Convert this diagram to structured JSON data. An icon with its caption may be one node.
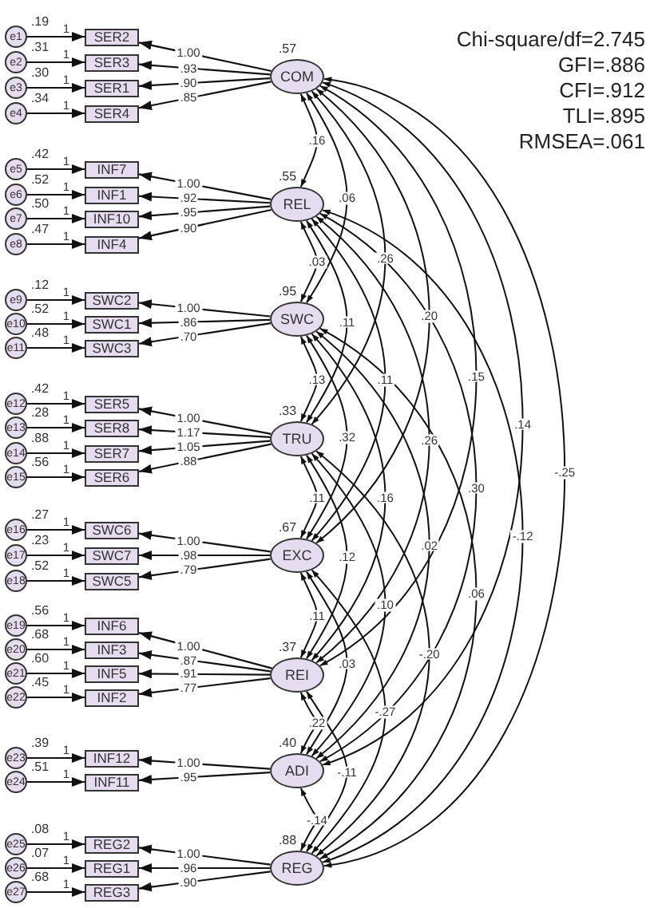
{
  "diagram": {
    "nodes": [
      {
        "text": [
          "e1"
        ],
        "beside": [
          ".19"
        ]
      },
      {
        "text": [
          "SER2"
        ]
      },
      {
        "text": [
          "e2"
        ],
        "beside": [
          ".31"
        ]
      },
      {
        "text": [
          "SER3"
        ]
      },
      {
        "text": [
          "e3"
        ],
        "beside": [
          ".30"
        ]
      },
      {
        "text": [
          "SER1"
        ]
      },
      {
        "text": [
          "e4"
        ],
        "beside": [
          ".34"
        ]
      },
      {
        "text": [
          "SER4"
        ]
      },
      {
        "text": [
          "COM"
        ],
        "beside": [
          ".57"
        ]
      },
      {
        "text": [
          "e5"
        ],
        "beside": [
          ".42"
        ]
      },
      {
        "text": [
          "INF7"
        ]
      },
      {
        "text": [
          "e6"
        ],
        "beside": [
          ".52"
        ]
      },
      {
        "text": [
          "INF1"
        ]
      },
      {
        "text": [
          "e7"
        ],
        "beside": [
          ".50"
        ]
      },
      {
        "text": [
          "INF10"
        ]
      },
      {
        "text": [
          "e8"
        ],
        "beside": [
          ".47"
        ]
      },
      {
        "text": [
          "INF4"
        ]
      },
      {
        "text": [
          "REL"
        ],
        "beside": [
          ".55"
        ]
      },
      {
        "text": [
          "e9"
        ],
        "beside": [
          ".12"
        ]
      },
      {
        "text": [
          "SWC2"
        ]
      },
      {
        "text": [
          "e10"
        ],
        "beside": [
          ".52"
        ]
      },
      {
        "text": [
          "SWC1"
        ]
      },
      {
        "text": [
          "e11"
        ],
        "beside": [
          ".48"
        ]
      },
      {
        "text": [
          "SWC3"
        ]
      },
      {
        "text": [
          "SWC"
        ],
        "beside": [
          ".95"
        ]
      },
      {
        "text": [
          "e12"
        ],
        "beside": [
          ".42"
        ]
      },
      {
        "text": [
          "SER5"
        ]
      },
      {
        "text": [
          "e13"
        ],
        "beside": [
          ".28"
        ]
      },
      {
        "text": [
          "SER8"
        ]
      },
      {
        "text": [
          "e14"
        ],
        "beside": [
          ".88"
        ]
      },
      {
        "text": [
          "SER7"
        ]
      },
      {
        "text": [
          "e15"
        ],
        "beside": [
          ".56"
        ]
      },
      {
        "text": [
          "SER6"
        ]
      },
      {
        "text": [
          "TRU"
        ],
        "beside": [
          ".33"
        ]
      },
      {
        "text": [
          "e16"
        ],
        "beside": [
          ".27"
        ]
      },
      {
        "text": [
          "SWC6"
        ]
      },
      {
        "text": [
          "e17"
        ],
        "beside": [
          ".23"
        ]
      },
      {
        "text": [
          "SWC7"
        ]
      },
      {
        "text": [
          "e18"
        ],
        "beside": [
          ".52"
        ]
      },
      {
        "text": [
          "SWC5"
        ]
      },
      {
        "text": [
          "EXC"
        ],
        "beside": [
          ".67"
        ]
      },
      {
        "text": [
          "e19"
        ],
        "beside": [
          ".56"
        ]
      },
      {
        "text": [
          "INF6"
        ]
      },
      {
        "text": [
          "e20"
        ],
        "beside": [
          ".68"
        ]
      },
      {
        "text": [
          "INF3"
        ]
      },
      {
        "text": [
          "e21"
        ],
        "beside": [
          ".60"
        ]
      },
      {
        "text": [
          "INF5"
        ]
      },
      {
        "text": [
          "e22"
        ],
        "beside": [
          ".45"
        ]
      },
      {
        "text": [
          "INF2"
        ]
      },
      {
        "text": [
          "REI"
        ],
        "beside": [
          ".37"
        ]
      },
      {
        "text": [
          "e23"
        ],
        "beside": [
          ".39"
        ]
      },
      {
        "text": [
          "INF12"
        ]
      },
      {
        "text": [
          "e24"
        ],
        "beside": [
          ".51"
        ]
      },
      {
        "text": [
          "INF11"
        ]
      },
      {
        "text": [
          "ADI"
        ],
        "beside": [
          ".40"
        ]
      },
      {
        "text": [
          "e25"
        ],
        "beside": [
          ".08"
        ]
      },
      {
        "text": [
          "REG2"
        ]
      },
      {
        "text": [
          "e26"
        ],
        "beside": [
          ".07"
        ]
      },
      {
        "text": [
          "REG1"
        ]
      },
      {
        "text": [
          "e27"
        ],
        "beside": [
          ".68"
        ]
      },
      {
        "text": [
          "REG3"
        ]
      },
      {
        "text": [
          "REG"
        ],
        "beside": [
          ".88"
        ]
      }
    ],
    "edges": [
      {
        "from": 0,
        "to": 1,
        "arrow": "to",
        "label": "1"
      },
      {
        "from": 8,
        "to": 1,
        "arrow": "to",
        "label": "1.00"
      },
      {
        "from": 2,
        "to": 3,
        "arrow": "to",
        "label": "1"
      },
      {
        "from": 8,
        "to": 3,
        "arrow": "to",
        "label": ".93"
      },
      {
        "from": 4,
        "to": 5,
        "arrow": "to",
        "label": "1"
      },
      {
        "from": 8,
        "to": 5,
        "arrow": "to",
        "label": ".90"
      },
      {
        "from": 6,
        "to": 7,
        "arrow": "to",
        "label": "1"
      },
      {
        "from": 8,
        "to": 7,
        "arrow": "to",
        "label": ".85"
      },
      {
        "from": 9,
        "to": 10,
        "arrow": "to",
        "label": "1"
      },
      {
        "from": 17,
        "to": 10,
        "arrow": "to",
        "label": "1.00"
      },
      {
        "from": 11,
        "to": 12,
        "arrow": "to",
        "label": "1"
      },
      {
        "from": 17,
        "to": 12,
        "arrow": "to",
        "label": ".92"
      },
      {
        "from": 13,
        "to": 14,
        "arrow": "to",
        "label": "1"
      },
      {
        "from": 17,
        "to": 14,
        "arrow": "to",
        "label": ".95"
      },
      {
        "from": 15,
        "to": 16,
        "arrow": "to",
        "label": "1"
      },
      {
        "from": 17,
        "to": 16,
        "arrow": "to",
        "label": ".90"
      },
      {
        "from": 18,
        "to": 19,
        "arrow": "to",
        "label": "1"
      },
      {
        "from": 24,
        "to": 19,
        "arrow": "to",
        "label": "1.00"
      },
      {
        "from": 20,
        "to": 21,
        "arrow": "to",
        "label": "1"
      },
      {
        "from": 24,
        "to": 21,
        "arrow": "to",
        "label": ".86"
      },
      {
        "from": 22,
        "to": 23,
        "arrow": "to",
        "label": "1"
      },
      {
        "from": 24,
        "to": 23,
        "arrow": "to",
        "label": ".70"
      },
      {
        "from": 25,
        "to": 26,
        "arrow": "to",
        "label": "1"
      },
      {
        "from": 33,
        "to": 26,
        "arrow": "to",
        "label": "1.00"
      },
      {
        "from": 27,
        "to": 28,
        "arrow": "to",
        "label": "1"
      },
      {
        "from": 33,
        "to": 28,
        "arrow": "to",
        "label": "1.17"
      },
      {
        "from": 29,
        "to": 30,
        "arrow": "to",
        "label": "1"
      },
      {
        "from": 33,
        "to": 30,
        "arrow": "to",
        "label": "1.05"
      },
      {
        "from": 31,
        "to": 32,
        "arrow": "to",
        "label": "1"
      },
      {
        "from": 33,
        "to": 32,
        "arrow": "to",
        "label": ".88"
      },
      {
        "from": 34,
        "to": 35,
        "arrow": "to",
        "label": "1"
      },
      {
        "from": 40,
        "to": 35,
        "arrow": "to",
        "label": "1.00"
      },
      {
        "from": 36,
        "to": 37,
        "arrow": "to",
        "label": "1"
      },
      {
        "from": 40,
        "to": 37,
        "arrow": "to",
        "label": ".98"
      },
      {
        "from": 38,
        "to": 39,
        "arrow": "to",
        "label": "1"
      },
      {
        "from": 40,
        "to": 39,
        "arrow": "to",
        "label": ".79"
      },
      {
        "from": 41,
        "to": 42,
        "arrow": "to",
        "label": "1"
      },
      {
        "from": 49,
        "to": 42,
        "arrow": "to",
        "label": "1.00"
      },
      {
        "from": 43,
        "to": 44,
        "arrow": "to",
        "label": "1"
      },
      {
        "from": 49,
        "to": 44,
        "arrow": "to",
        "label": ".87"
      },
      {
        "from": 45,
        "to": 46,
        "arrow": "to",
        "label": "1"
      },
      {
        "from": 49,
        "to": 46,
        "arrow": "to",
        "label": ".91"
      },
      {
        "from": 47,
        "to": 48,
        "arrow": "to",
        "label": "1"
      },
      {
        "from": 49,
        "to": 48,
        "arrow": "to",
        "label": ".77"
      },
      {
        "from": 50,
        "to": 51,
        "arrow": "to",
        "label": "1"
      },
      {
        "from": 54,
        "to": 51,
        "arrow": "to",
        "label": "1.00"
      },
      {
        "from": 52,
        "to": 53,
        "arrow": "to",
        "label": "1"
      },
      {
        "from": 54,
        "to": 53,
        "arrow": "to",
        "label": ".95"
      },
      {
        "from": 55,
        "to": 56,
        "arrow": "to",
        "label": "1"
      },
      {
        "from": 61,
        "to": 56,
        "arrow": "to",
        "label": "1.00"
      },
      {
        "from": 57,
        "to": 58,
        "arrow": "to",
        "label": "1"
      },
      {
        "from": 61,
        "to": 58,
        "arrow": "to",
        "label": ".96"
      },
      {
        "from": 59,
        "to": 60,
        "arrow": "to",
        "label": "1"
      },
      {
        "from": 61,
        "to": 60,
        "arrow": "to",
        "label": ".90"
      },
      {
        "from": 8,
        "to": 17,
        "arrow": "both",
        "label": ".16"
      },
      {
        "from": 8,
        "to": 24,
        "arrow": "both",
        "label": ".06"
      },
      {
        "from": 8,
        "to": 33,
        "arrow": "both",
        "label": ".26"
      },
      {
        "from": 8,
        "to": 40,
        "arrow": "both",
        "label": ".20"
      },
      {
        "from": 8,
        "to": 49,
        "arrow": "both",
        "label": ".15"
      },
      {
        "from": 8,
        "to": 54,
        "arrow": "both",
        "label": ".14"
      },
      {
        "from": 8,
        "to": 61,
        "arrow": "both",
        "label": "-.25"
      },
      {
        "from": 17,
        "to": 24,
        "arrow": "both",
        "label": ".03"
      },
      {
        "from": 17,
        "to": 33,
        "arrow": "both",
        "label": ".11"
      },
      {
        "from": 17,
        "to": 40,
        "arrow": "both",
        "label": ".11"
      },
      {
        "from": 17,
        "to": 49,
        "arrow": "both",
        "label": ".26"
      },
      {
        "from": 17,
        "to": 54,
        "arrow": "both",
        "label": ".30"
      },
      {
        "from": 17,
        "to": 61,
        "arrow": "both",
        "label": "-.12"
      },
      {
        "from": 24,
        "to": 33,
        "arrow": "both",
        "label": ".13"
      },
      {
        "from": 24,
        "to": 40,
        "arrow": "both",
        "label": ".32"
      },
      {
        "from": 24,
        "to": 49,
        "arrow": "both",
        "label": ".16"
      },
      {
        "from": 24,
        "to": 54,
        "arrow": "both",
        "label": ".02"
      },
      {
        "from": 24,
        "to": 61,
        "arrow": "both",
        "label": ".06"
      },
      {
        "from": 33,
        "to": 40,
        "arrow": "both",
        "label": ".11"
      },
      {
        "from": 33,
        "to": 49,
        "arrow": "both",
        "label": ".12"
      },
      {
        "from": 33,
        "to": 54,
        "arrow": "both",
        "label": ".10"
      },
      {
        "from": 33,
        "to": 61,
        "arrow": "both",
        "label": "-.20"
      },
      {
        "from": 40,
        "to": 49,
        "arrow": "both",
        "label": ".11"
      },
      {
        "from": 40,
        "to": 54,
        "arrow": "both",
        "label": ".03"
      },
      {
        "from": 40,
        "to": 61,
        "arrow": "both",
        "label": "-.27"
      },
      {
        "from": 49,
        "to": 54,
        "arrow": "both",
        "label": ".22"
      },
      {
        "from": 49,
        "to": 61,
        "arrow": "both",
        "label": "-.11"
      },
      {
        "from": 54,
        "to": 61,
        "arrow": "both",
        "label": "-.14"
      }
    ],
    "labels": [
      "Chi-square/df=2.745",
      "GFI=.886",
      "CFI=.912",
      "TLI=.895",
      "RMSEA=.061"
    ]
  }
}
